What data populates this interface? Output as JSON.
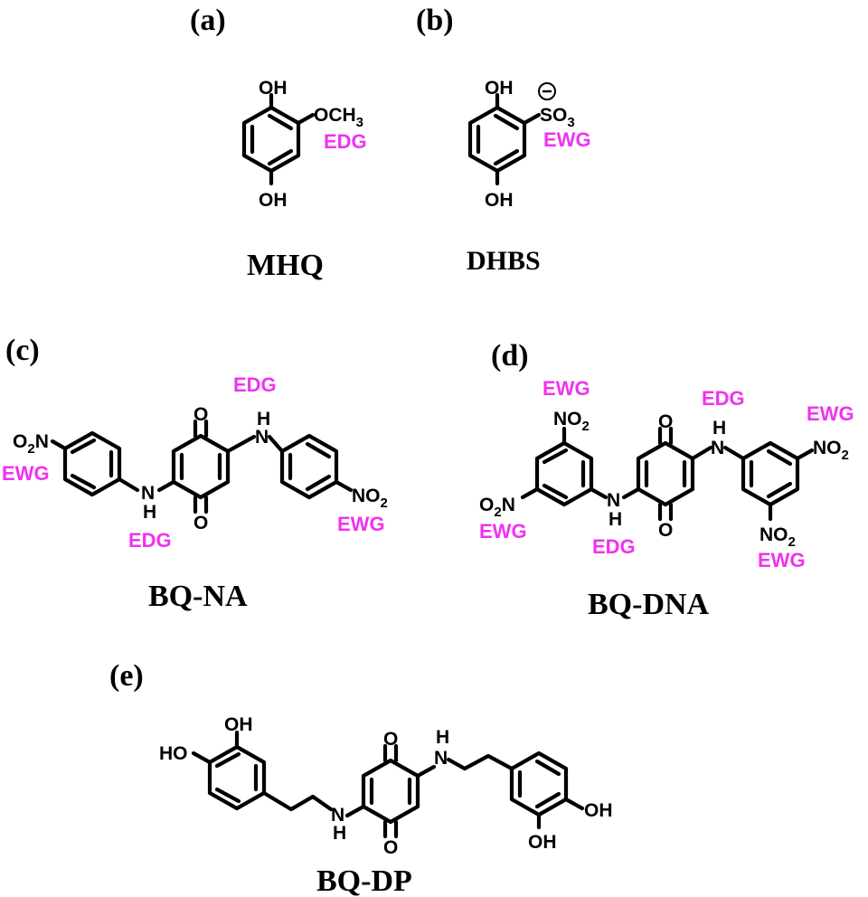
{
  "colors": {
    "group_tag": "#f032f0",
    "structure": "#000000",
    "background": "#ffffff"
  },
  "atoms": {
    "oh": "OH",
    "ho": "HO",
    "o": "O",
    "h": "H",
    "nh_n": "N",
    "och3_main": "OCH",
    "och3_sub": "3",
    "so3_main": "SO",
    "so3_sub": "3",
    "no2_main": "NO",
    "no2_sub": "2",
    "o2n_pre": "O",
    "o2n_sub": "2",
    "o2n_post": "N",
    "minus": "−"
  },
  "tags": {
    "edg": "EDG",
    "ewg": "EWG"
  },
  "panels": {
    "a": {
      "label": "(a)",
      "name": "MHQ"
    },
    "b": {
      "label": "(b)",
      "name": "DHBS"
    },
    "c": {
      "label": "(c)",
      "name": "BQ-NA"
    },
    "d": {
      "label": "(d)",
      "name": "BQ-DNA"
    },
    "e": {
      "label": "(e)",
      "name": "BQ-DP"
    }
  }
}
